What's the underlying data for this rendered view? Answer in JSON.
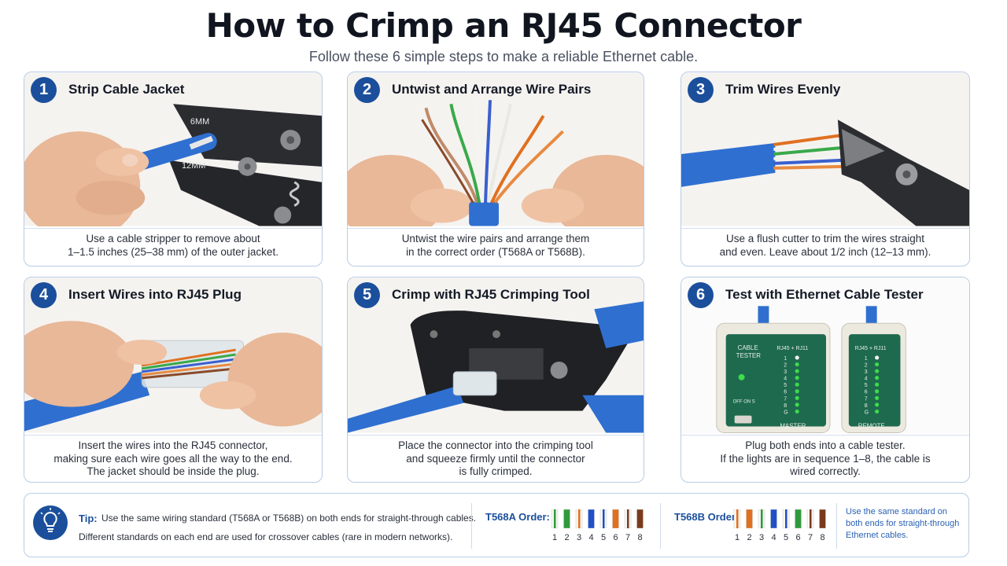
{
  "header": {
    "title": "How to Crimp an RJ45 Connector",
    "subtitle": "Follow these 6 simple steps to make a reliable Ethernet cable."
  },
  "steps": [
    {
      "number": "1",
      "title": "Strip Cable Jacket",
      "desc": [
        "Use a cable stripper to remove about",
        "1–1.5 inches (25–38 mm) of the outer jacket."
      ],
      "tool_labels": [
        "6MM",
        "12MM"
      ]
    },
    {
      "number": "2",
      "title": "Untwist and Arrange Wire Pairs",
      "desc": [
        "Untwist the wire pairs and arrange them",
        "in the correct order (T568A or T568B)."
      ]
    },
    {
      "number": "3",
      "title": "Trim Wires Evenly",
      "desc": [
        "Use a flush cutter to trim the wires straight",
        "and even. Leave about 1/2 inch (12–13 mm)."
      ]
    },
    {
      "number": "4",
      "title": "Insert Wires into RJ45 Plug",
      "desc": [
        "Insert the wires into the RJ45 connector,",
        "making sure each wire goes all the way to the end.",
        "The jacket should be inside the plug."
      ]
    },
    {
      "number": "5",
      "title": "Crimp with RJ45 Crimping Tool",
      "desc": [
        "Place the connector into the crimping tool",
        "and squeeze firmly until the connector",
        "is fully crimped."
      ]
    },
    {
      "number": "6",
      "title": "Test with Ethernet Cable Tester",
      "desc": [
        "Plug both ends into a cable tester.",
        "If the lights are in sequence 1–8, the cable is",
        "wired correctly."
      ],
      "tester": {
        "master_top_label": "CABLE TESTER",
        "cable_line1": "CABLE",
        "cable_line2": "TESTER",
        "port_label": "RJ45 + RJ11",
        "switch_label": "OFF ON S",
        "master_label": "MASTER",
        "remote_label": "REMOTE",
        "pins": [
          "1",
          "2",
          "3",
          "4",
          "5",
          "6",
          "7",
          "8",
          "G"
        ],
        "led_color": "#3cdc4a"
      }
    }
  ],
  "tip": {
    "label": "Tip:",
    "line1": "Use the same wiring standard (T568A or T568B) on both ends for straight-through cables.",
    "line2": "Different standards on each end are used for crossover cables (rare in modern networks).",
    "icon": "lightbulb-icon"
  },
  "t568a": {
    "label": "T568A Order:",
    "numbers": [
      "1",
      "2",
      "3",
      "4",
      "5",
      "6",
      "7",
      "8"
    ],
    "colors": [
      "white-green",
      "green",
      "white-orange",
      "blue",
      "white-blue",
      "orange",
      "white-brown",
      "brown"
    ]
  },
  "t568b": {
    "label": "T568B Order:",
    "numbers": [
      "1",
      "2",
      "3",
      "4",
      "5",
      "6",
      "7",
      "8"
    ],
    "colors": [
      "white-orange",
      "orange",
      "white-green",
      "blue",
      "white-blue",
      "green",
      "white-brown",
      "brown"
    ]
  },
  "note": [
    "Use the same standard on",
    "both ends for straight-through",
    "Ethernet cables."
  ],
  "palette": {
    "accent": "#1b4f9c",
    "border": "#b8cce6",
    "cable_blue": "#2f6fd0",
    "green": "#2e9a3c",
    "orange": "#e0701f",
    "blue": "#2050c8",
    "brown": "#7a3b1c",
    "white": "#f6f6f2"
  }
}
